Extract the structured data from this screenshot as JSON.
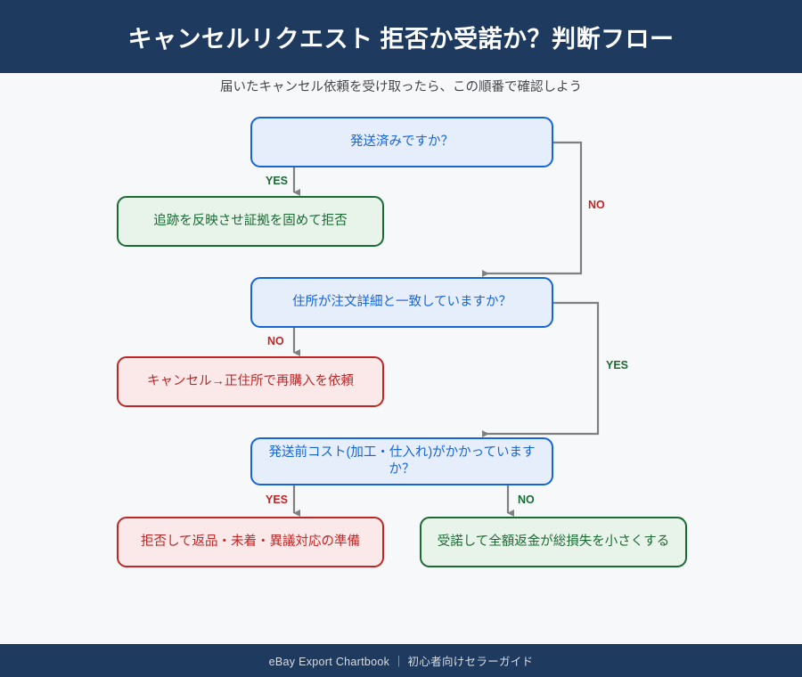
{
  "header": {
    "title": "キャンセルリクエスト 拒否か受諾か？判断フロー"
  },
  "subtitle": {
    "text": "届いたキャンセル依頼を受け取ったら、この順番で確認しよう"
  },
  "footer": {
    "text": "eBay Export Chartbook ｜ 初心者向けセラーガイド"
  },
  "colors": {
    "header_bg": "#1e3a5f",
    "page_bg": "#f7f8f9",
    "decision_border": "#1565d8",
    "decision_fill": "#e6edfb",
    "accept_border": "#1a6b33",
    "accept_fill": "#e8f4ea",
    "reject_border": "#c02626",
    "reject_fill": "#fbe9e9",
    "connector": "#808080"
  },
  "flow": {
    "nodes": [
      {
        "id": "d1",
        "type": "decision",
        "label": "発送済みですか？"
      },
      {
        "id": "a1",
        "type": "accept",
        "label": "追跡を反映させ証拠を固めて拒否"
      },
      {
        "id": "d2",
        "type": "decision",
        "label": "住所が注文詳細と一致していますか？"
      },
      {
        "id": "r1",
        "type": "reject",
        "label": "キャンセル→正住所で再購入を依頼"
      },
      {
        "id": "d3",
        "type": "decision",
        "label": "発送前コスト(加工・仕入れ)がかかっていますか？"
      },
      {
        "id": "r2",
        "type": "reject",
        "label": "拒否して返品・未着・異議対応の準備"
      },
      {
        "id": "a2",
        "type": "accept",
        "label": "受諾して全額返金が総損失を小さくする"
      }
    ],
    "edges": [
      {
        "from": "d1",
        "to": "a1",
        "label": "YES",
        "tone": "green"
      },
      {
        "from": "d1",
        "to": "d2",
        "label": "NO",
        "tone": "red"
      },
      {
        "from": "d2",
        "to": "r1",
        "label": "NO",
        "tone": "red"
      },
      {
        "from": "d2",
        "to": "d3",
        "label": "YES",
        "tone": "green"
      },
      {
        "from": "d3",
        "to": "r2",
        "label": "YES",
        "tone": "red"
      },
      {
        "from": "d3",
        "to": "a2",
        "label": "NO",
        "tone": "green"
      }
    ]
  }
}
